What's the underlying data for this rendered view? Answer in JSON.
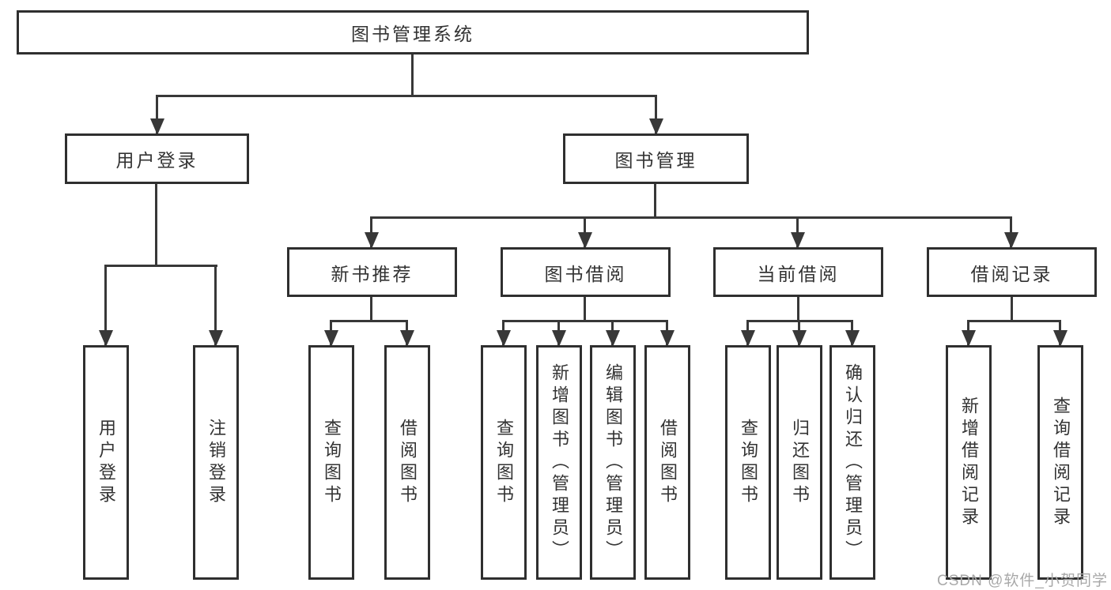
{
  "diagram": {
    "root": {
      "label": "图书管理系统"
    },
    "level2": [
      {
        "label": "用户登录"
      },
      {
        "label": "图书管理"
      }
    ],
    "level3": [
      {
        "label": "新书推荐"
      },
      {
        "label": "图书借阅"
      },
      {
        "label": "当前借阅"
      },
      {
        "label": "借阅记录"
      }
    ],
    "leaves": {
      "user": [
        {
          "label": "用户登录"
        },
        {
          "label": "注销登录"
        }
      ],
      "recommend": [
        {
          "label": "查询图书"
        },
        {
          "label": "借阅图书"
        }
      ],
      "borrow": [
        {
          "label": "查询图书"
        },
        {
          "label": "新增图书（管理员）"
        },
        {
          "label": "编辑图书（管理员）"
        },
        {
          "label": "借阅图书"
        }
      ],
      "current": [
        {
          "label": "查询图书"
        },
        {
          "label": "归还图书"
        },
        {
          "label": "确认归还（管理员）"
        }
      ],
      "records": [
        {
          "label": "新增借阅记录"
        },
        {
          "label": "查询借阅记录"
        }
      ]
    }
  },
  "watermark": {
    "text": "CSDN @软件_小贺同学"
  },
  "colors": {
    "line": "#383838",
    "border": "#2f2f2f",
    "text": "#333333",
    "watermark": "#a8a8a8",
    "background": "#ffffff"
  }
}
